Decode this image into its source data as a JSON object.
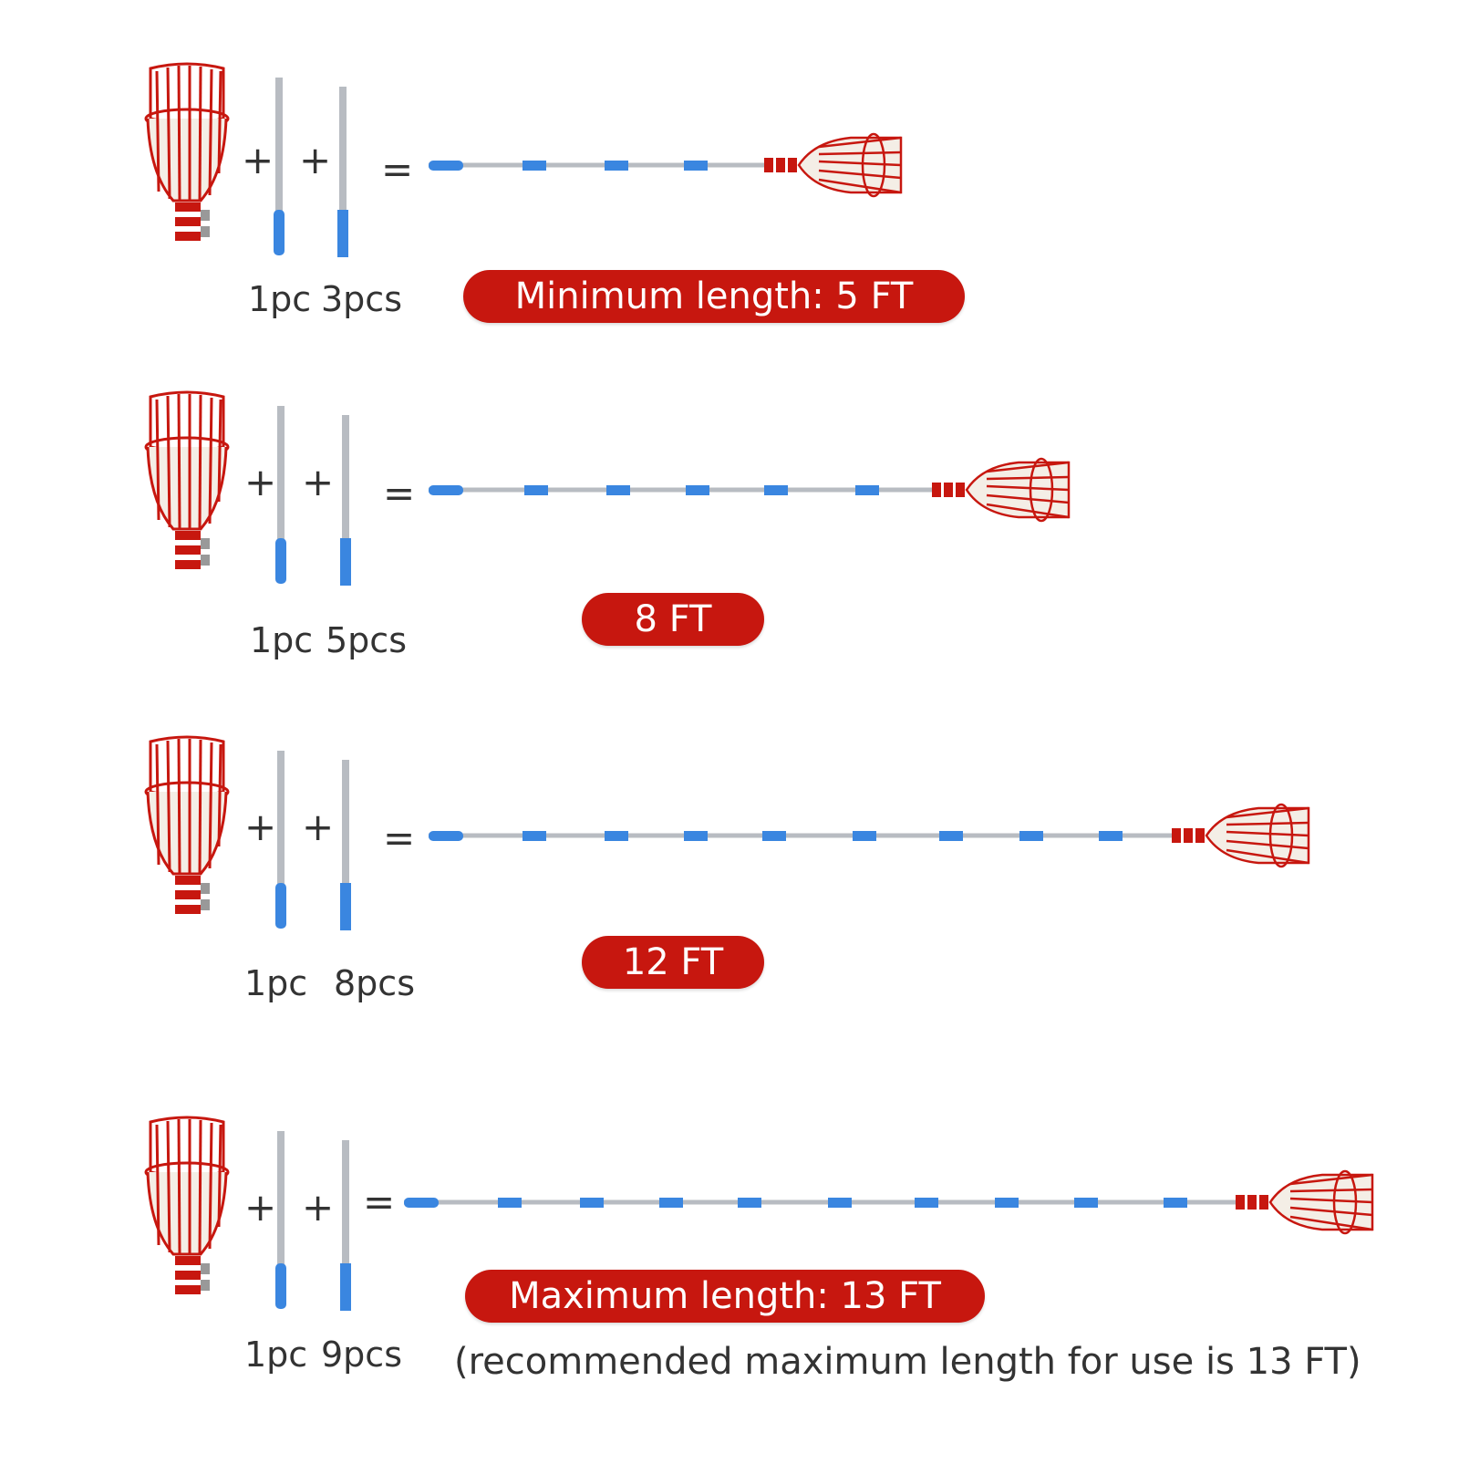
{
  "symbols": {
    "plus": "+",
    "equals": "="
  },
  "colors": {
    "red": "#c7170f",
    "blue": "#3a86e0",
    "steel": "#b8bcc2"
  },
  "rows": [
    {
      "count_basket": "1pc",
      "count_poles": "3pcs",
      "badge": "Minimum length:    5 FT",
      "pole_sections": 4
    },
    {
      "count_basket": "1pc",
      "count_poles": "5pcs",
      "badge": "8 FT",
      "pole_sections": 6
    },
    {
      "count_basket": "1pc",
      "count_poles": "8pcs",
      "badge": "12 FT",
      "pole_sections": 9
    },
    {
      "count_basket": "1pc",
      "count_poles": "9pcs",
      "badge": "Maximum length: 13 FT",
      "pole_sections": 10
    }
  ],
  "note": "(recommended maximum length for use is 13 FT)"
}
